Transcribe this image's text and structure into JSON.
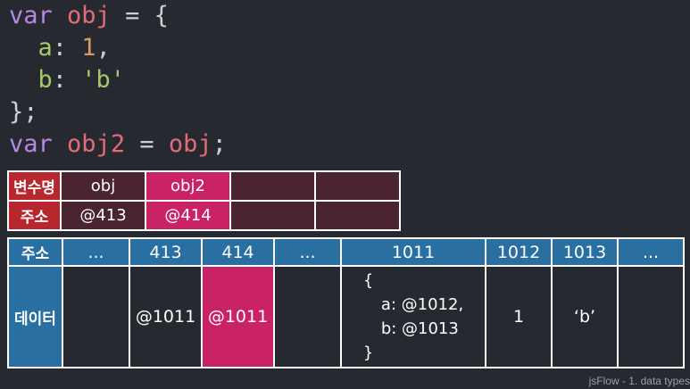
{
  "code": {
    "l1": {
      "kw": "var",
      "id": "obj",
      "eq": " = {"
    },
    "l2": {
      "prop": "a",
      "colon": ": ",
      "val": "1",
      "end": ","
    },
    "l3": {
      "prop": "b",
      "colon": ": ",
      "val": "'b'"
    },
    "l4": "};",
    "l5": {
      "kw": "var",
      "id": "obj2",
      "eq": " = ",
      "id2": "obj",
      "end": ";"
    }
  },
  "variables_table": {
    "row1_header": "변수명",
    "row2_header": "주소",
    "names": [
      "obj",
      "obj2",
      "",
      ""
    ],
    "addresses": [
      "@413",
      "@414",
      "",
      ""
    ]
  },
  "memory_table": {
    "addr_header": "주소",
    "data_header": "데이터",
    "addresses": [
      "...",
      "413",
      "414",
      "...",
      "1011",
      "1012",
      "1013",
      "..."
    ],
    "data": [
      "",
      "@1011",
      "@1011",
      "",
      "",
      "1",
      "‘b’",
      ""
    ],
    "object_lines": [
      "{",
      "a: @1012,",
      "b: @1013",
      "}"
    ]
  },
  "footer": "jsFlow - 1. data types",
  "colors": {
    "red_header": "#b8262e",
    "highlight": "#c92265",
    "blue_header": "#2a6fa1"
  }
}
